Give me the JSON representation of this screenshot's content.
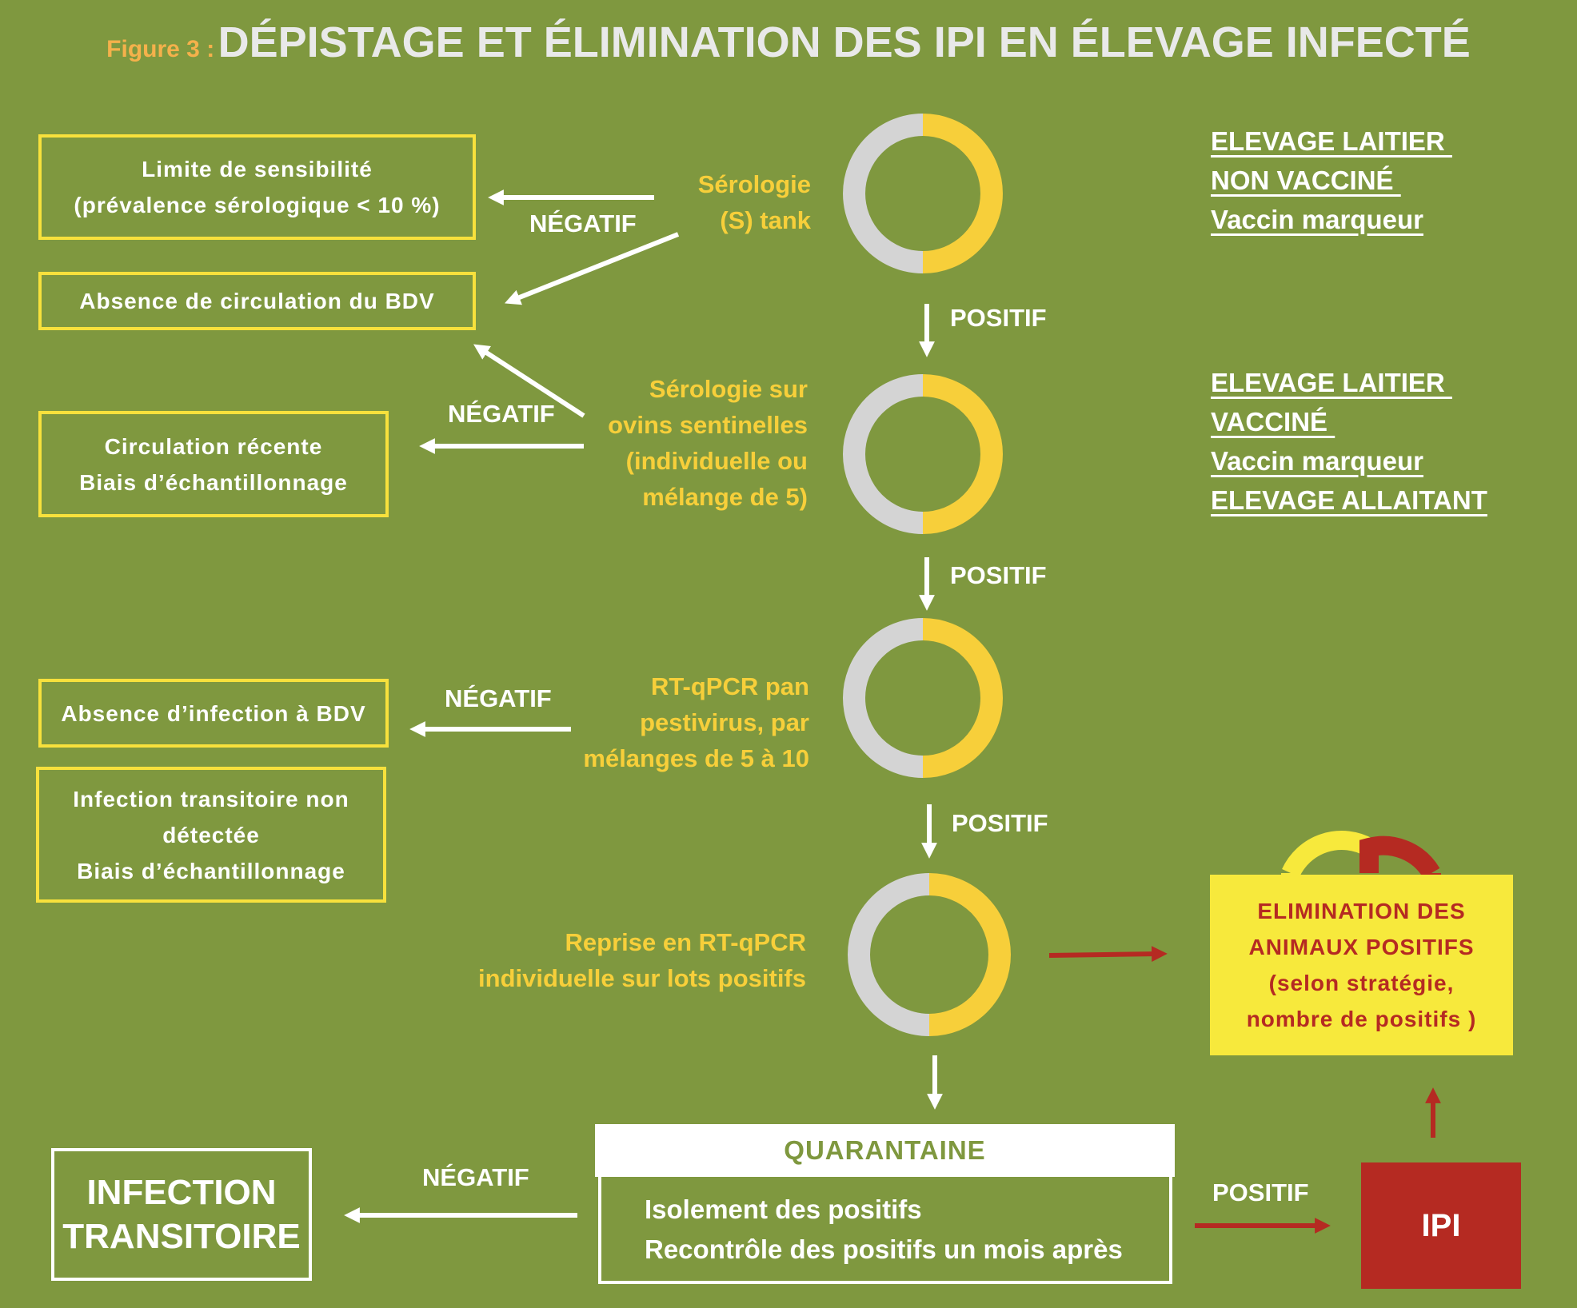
{
  "title": {
    "prefix": "Figure 3 :",
    "main": "DÉPISTAGE ET ÉLIMINATION DES IPI EN ÉLEVAGE INFECTÉ"
  },
  "left_boxes": {
    "sensibilite": {
      "line1": "Limite de sensibilité",
      "line2": "(prévalence sérologique < 10 %)"
    },
    "absence_circulation": {
      "line1": "Absence de circulation du BDV"
    },
    "circulation_recente": {
      "line1": "Circulation récente",
      "line2": "Biais d’échantillonnage"
    },
    "absence_infection": {
      "line1": "Absence d’infection à BDV"
    },
    "infection_non_detectee": {
      "line1": "Infection transitoire non",
      "line2": "détectée",
      "line3": "Biais d’échantillonnage"
    }
  },
  "steps": {
    "s1": {
      "line1": "Sérologie",
      "line2": "(S) tank"
    },
    "s2": {
      "line1": "Sérologie sur",
      "line2": "ovins sentinelles",
      "line3": "(individuelle ou",
      "line4": "mélange de 5)"
    },
    "s3": {
      "line1": "RT-qPCR pan",
      "line2": "pestivirus, par",
      "line3": "mélanges de 5 à 10"
    },
    "s4": {
      "line1": "Reprise en RT-qPCR",
      "line2": "individuelle sur lots positifs"
    }
  },
  "labels": {
    "negatif": "NÉGATIF",
    "positif": "POSITIF"
  },
  "right_groups": {
    "g1": {
      "line1": "ELEVAGE LAITIER ",
      "line2": "NON VACCINÉ ",
      "line3": "Vaccin marqueur"
    },
    "g2": {
      "line1": "ELEVAGE LAITIER ",
      "line2": "VACCINÉ ",
      "line3": "Vaccin marqueur",
      "line4": "ELEVAGE ALLAITANT"
    }
  },
  "elimination": {
    "line1": "ELIMINATION  DES",
    "line2": "ANIMAUX POSITIFS",
    "line3": "(selon stratégie,",
    "line4": "nombre de positifs )"
  },
  "quarantaine": {
    "header": "QUARANTAINE",
    "line1": "Isolement des positifs",
    "line2": "Recontrôle des positifs un mois après"
  },
  "infection_transitoire": {
    "line1": "INFECTION",
    "line2": "TRANSITOIRE"
  },
  "ipi": {
    "label": "IPI"
  },
  "colors": {
    "background": "#7f983f",
    "yellow": "#f7cf3a",
    "grey": "#d4d4d4",
    "red": "#b52a22",
    "box_yellow": "#f7e93c",
    "title_orange": "#f5b14b"
  }
}
